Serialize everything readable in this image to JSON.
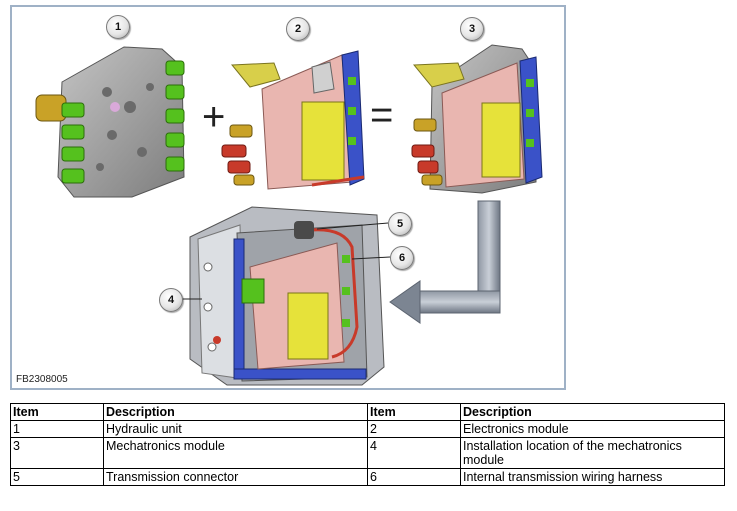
{
  "figure": {
    "id": "FB2308005",
    "callouts": [
      "1",
      "2",
      "3",
      "4",
      "5",
      "6"
    ],
    "operators": {
      "plus": "+",
      "equals": "="
    }
  },
  "table": {
    "headers": [
      "Item",
      "Description",
      "Item",
      "Description"
    ],
    "rows": [
      {
        "item_a": "1",
        "desc_a": "Hydraulic unit",
        "item_b": "2",
        "desc_b": "Electronics module"
      },
      {
        "item_a": "3",
        "desc_a": "Mechatronics module",
        "item_b": "4",
        "desc_b": "Installation location of the mechatronics module"
      },
      {
        "item_a": "5",
        "desc_a": "Transmission connector",
        "item_b": "6",
        "desc_b": "Internal transmission wiring harness"
      }
    ]
  },
  "colors": {
    "frame_border": "#9fb1c6",
    "hydraulic_gray": "#9a9a9a",
    "valve_green": "#55c11e",
    "module_pink": "#e9b6b0",
    "board_yellow": "#e6e23a",
    "bracket_blue": "#3a52c8",
    "arrow_gray": "#707a88"
  }
}
